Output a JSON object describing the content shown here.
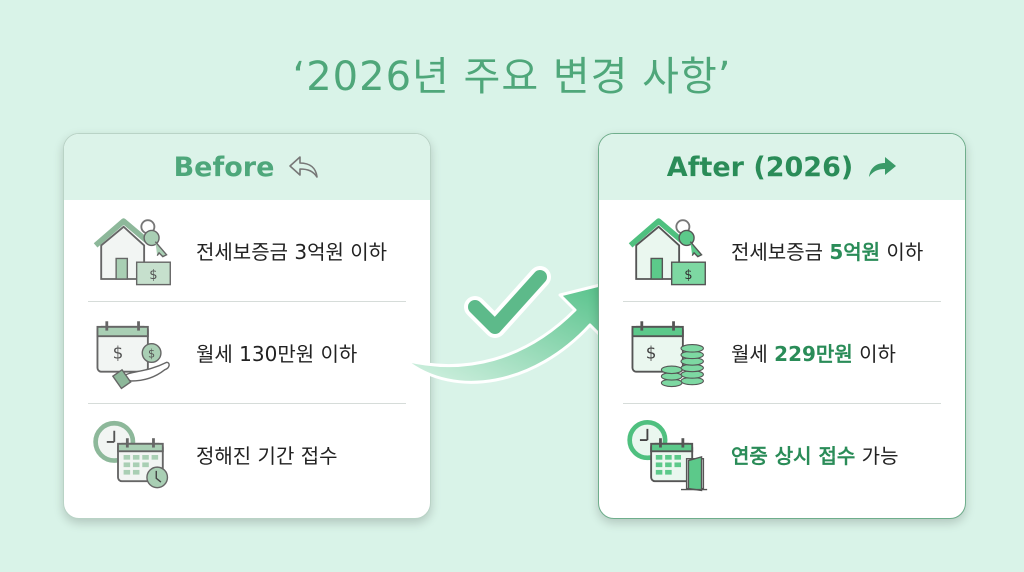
{
  "title": "‘2026년 주요 변경 사항’",
  "before": {
    "header": "Before",
    "header_icon": "undo-arrow-icon",
    "items": [
      {
        "icon": "house-key-money-icon",
        "text": "전세보증금 3억원 이하"
      },
      {
        "icon": "calendar-hand-coin-icon",
        "text": "월세 130만원 이하"
      },
      {
        "icon": "clock-calendar-icon",
        "text": "정해진 기간 접수"
      }
    ]
  },
  "after": {
    "header": "After (2026)",
    "header_icon": "forward-arrow-icon",
    "items": [
      {
        "icon": "house-key-money-icon",
        "pre": "전세보증금 ",
        "highlight": "5억원",
        "post": " 이하"
      },
      {
        "icon": "calendar-coin-stack-icon",
        "pre": "월세 ",
        "highlight": "229만원",
        "post": " 이하"
      },
      {
        "icon": "clock-calendar-door-icon",
        "pre": "",
        "highlight": "연중 상시 접수",
        "post": " 가능"
      }
    ]
  },
  "colors": {
    "background": "#d9f3e8",
    "accent": "#2a8c58",
    "title": "#4fa77a",
    "muted_icon": "#a9cfb4",
    "bright_icon": "#5cc98a"
  },
  "center_graphic": "checkmark-upward-arrow-icon"
}
